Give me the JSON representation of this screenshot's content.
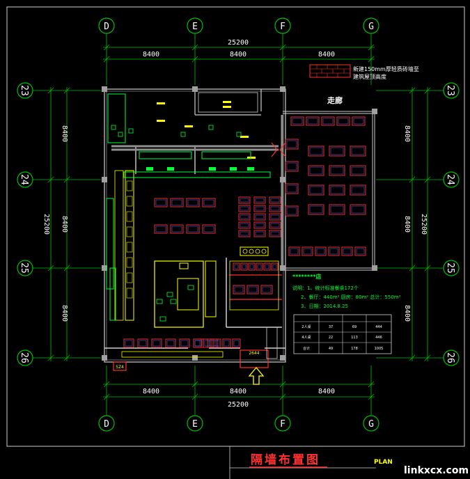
{
  "grid": {
    "columns": [
      "D",
      "E",
      "F",
      "G"
    ],
    "rows": [
      "23",
      "24",
      "25",
      "26"
    ]
  },
  "dimensions": {
    "overall": "25200",
    "bay": "8400"
  },
  "legend": {
    "line1": "新建150mm厚轻质砖墙至",
    "line2": "建筑屋顶高度"
  },
  "labels": {
    "corridor": "走廊",
    "door_tag": "2644",
    "side_tag": "5Z4"
  },
  "notes": {
    "heading": "********店",
    "line1": "说明：1、统计标准餐桌172个",
    "line2": "2、餐厅：440m² 厨房：80m² 总计：550m²",
    "line3": "3、日期：2014.8.25"
  },
  "table": {
    "headers": [
      "",
      "",
      "",
      ""
    ],
    "rows": [
      [
        "2人桌",
        "37",
        "69",
        "444"
      ],
      [
        "4人桌",
        "22",
        "113",
        "446"
      ],
      [
        "合计",
        "49",
        "178",
        "1005"
      ]
    ]
  },
  "title": {
    "main": "隔墙布置图",
    "sub": "PLAN"
  },
  "watermark": "linkxcx.com",
  "colors": {
    "background": "#000000",
    "grid_green": "#00c000",
    "wall_white": "#d0d0d0",
    "furniture_red": "#ff3030",
    "fixture_yellow": "#ffff00",
    "kitchen_green": "#00ff33",
    "title_red": "#ff3030"
  }
}
